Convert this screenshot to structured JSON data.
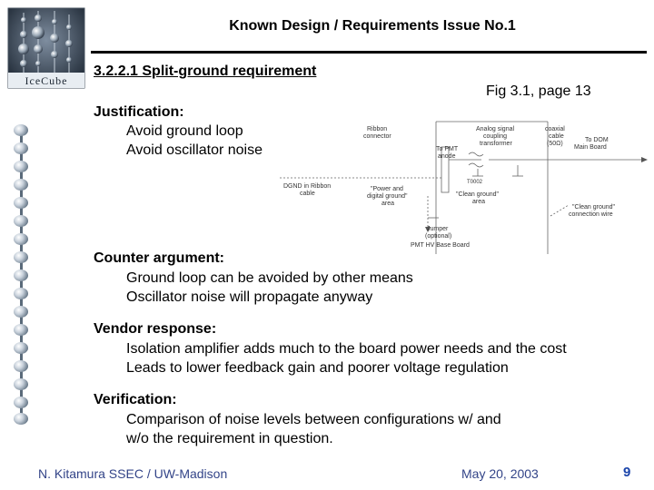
{
  "header": {
    "title": "Known Design / Requirements Issue No.1",
    "logo_text": "IceCube"
  },
  "section_title": "3.2.2.1 Split-ground requirement",
  "figure_ref": "Fig 3.1, page 13",
  "justification": {
    "heading": "Justification:",
    "items": [
      "Avoid ground loop",
      "Avoid oscillator noise"
    ]
  },
  "counter_argument": {
    "heading": "Counter argument:",
    "items": [
      "Ground loop can be avoided by other means",
      "Oscillator noise will propagate anyway"
    ]
  },
  "vendor_response": {
    "heading": "Vendor response:",
    "items": [
      "Isolation amplifier adds much to the board power needs and the cost",
      "Leads to lower feedback gain and poorer voltage regulation"
    ]
  },
  "verification": {
    "heading": "Verification:",
    "line1": "Comparison of noise levels between configurations w/ and",
    "line2": "w/o the requirement in question."
  },
  "diagram": {
    "ribbon_connector_1": "Ribbon",
    "ribbon_connector_2": "connector",
    "to_pmt_1": "To PMT",
    "to_pmt_2": "anode",
    "transformer_1": "Analog signal",
    "transformer_2": "coupling",
    "transformer_3": "transformer",
    "coax_1": "coaxial",
    "coax_2": "cable",
    "coax_3": "(50Ω)",
    "to_dom_1": "To DOM",
    "to_dom_2": "Main Board",
    "component_label": "T0002",
    "dgnd_1": "DGND in Ribbon",
    "dgnd_2": "cable",
    "power_area_1": "\"Power and",
    "power_area_2": "digital ground\"",
    "power_area_3": "area",
    "clean_area_1": "\"Clean ground\"",
    "clean_area_2": "area",
    "clean_wire_1": "\"Clean ground\"",
    "clean_wire_2": "connection wire",
    "jumper_1": "Jumper",
    "jumper_2": "(optional)",
    "jumper_3": "PMT HV Base Board"
  },
  "footer": {
    "author": "N. Kitamura SSEC / UW-Madison",
    "date": "May 20, 2003",
    "page_number": "9"
  },
  "colors": {
    "footer_text": "#334488",
    "page_number": "#1a44aa",
    "bead": "#6f7f8f"
  }
}
